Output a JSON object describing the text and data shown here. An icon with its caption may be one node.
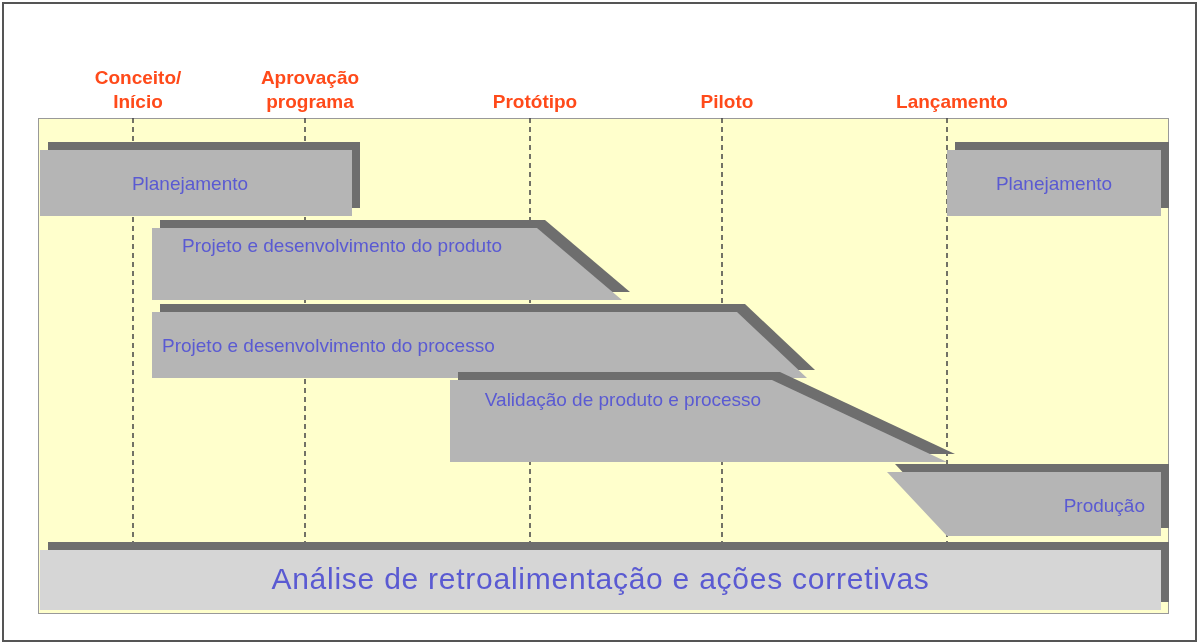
{
  "diagram": {
    "nodes": [
      {
        "text": [
          "Planejamento"
        ]
      },
      {
        "text": [
          "Planejamento"
        ]
      },
      {
        "text": [
          "Projeto e desenvolvimento do produto"
        ]
      },
      {
        "text": [
          "Projeto e desenvolvimento do processo"
        ]
      },
      {
        "text": [
          "Validação de produto e processo"
        ]
      },
      {
        "text": [
          "Produção"
        ]
      },
      {
        "text": [
          "Análise de retroalimentação e ações corretivas"
        ]
      }
    ],
    "labels": [
      "Conceito/ Início",
      "Aprovação programa",
      "Protótipo",
      "Piloto",
      "Lançamento"
    ]
  }
}
